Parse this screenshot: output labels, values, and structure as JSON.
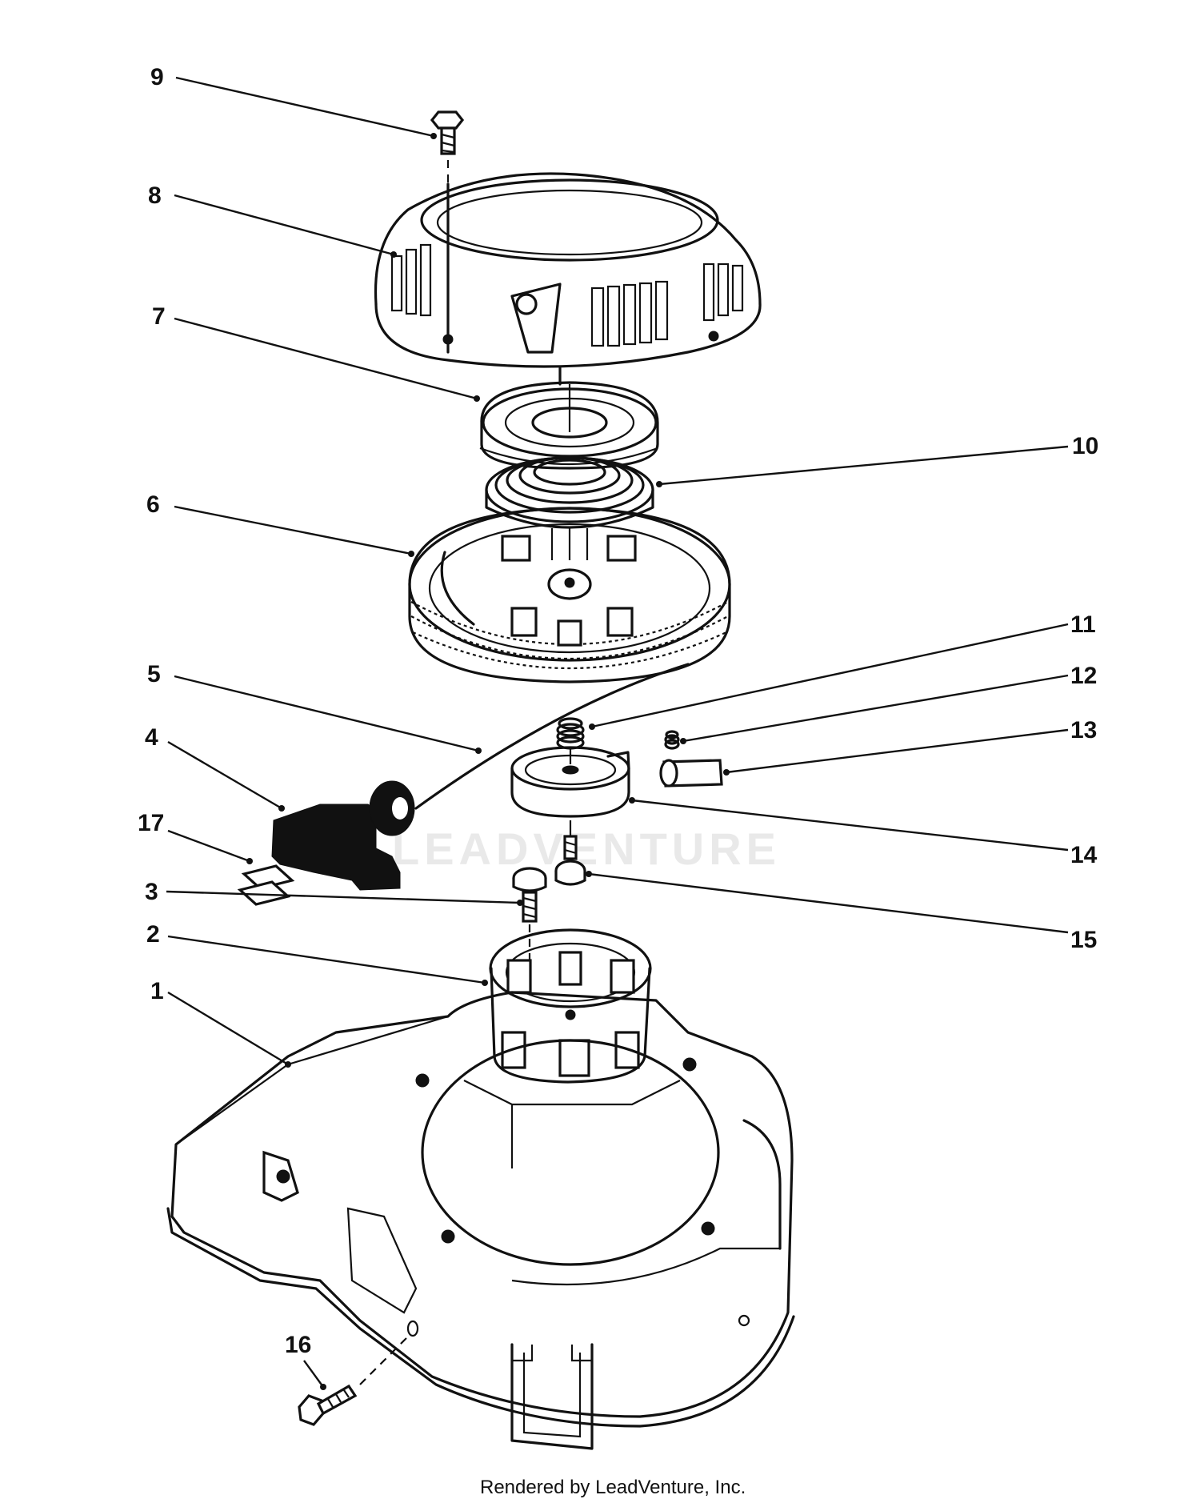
{
  "watermark": "LEADVENTURE",
  "footer": {
    "credit": "Rendered by LeadVenture, Inc."
  },
  "callouts": [
    {
      "id": "1",
      "label": "1"
    },
    {
      "id": "2",
      "label": "2"
    },
    {
      "id": "3",
      "label": "3"
    },
    {
      "id": "4",
      "label": "4"
    },
    {
      "id": "5",
      "label": "5"
    },
    {
      "id": "6",
      "label": "6"
    },
    {
      "id": "7",
      "label": "7"
    },
    {
      "id": "8",
      "label": "8"
    },
    {
      "id": "9",
      "label": "9"
    },
    {
      "id": "10",
      "label": "10"
    },
    {
      "id": "11",
      "label": "11"
    },
    {
      "id": "12",
      "label": "12"
    },
    {
      "id": "13",
      "label": "13"
    },
    {
      "id": "14",
      "label": "14"
    },
    {
      "id": "15",
      "label": "15"
    },
    {
      "id": "16",
      "label": "16"
    },
    {
      "id": "17",
      "label": "17"
    }
  ]
}
